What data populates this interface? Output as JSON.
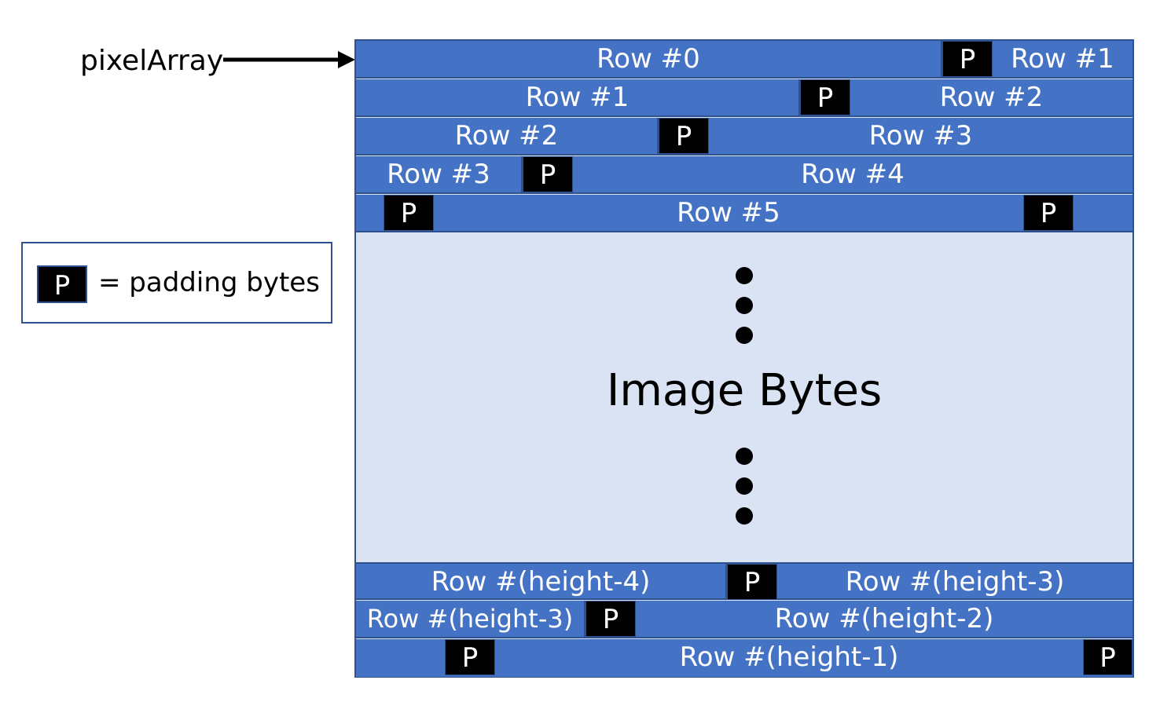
{
  "pointer_label": "pixelArray",
  "legend": {
    "box_label": "P",
    "text": "= padding bytes"
  },
  "middle_label": "Image Bytes",
  "pad_label": "P",
  "rows": [
    {
      "id": "r0",
      "segments": [
        "Row #0",
        "P",
        "Row #1"
      ]
    },
    {
      "id": "r1",
      "segments": [
        "Row #1",
        "P",
        "Row #2"
      ]
    },
    {
      "id": "r2",
      "segments": [
        "Row #2",
        "P",
        "Row #3"
      ]
    },
    {
      "id": "r3",
      "segments": [
        "Row #3",
        "P",
        "Row #4"
      ]
    },
    {
      "id": "r4",
      "segments": [
        "P",
        "Row #5",
        "P"
      ]
    },
    {
      "id": "r5",
      "segments": [
        "Row #(height-4)",
        "P",
        "Row #(height-3)"
      ]
    },
    {
      "id": "r6",
      "segments": [
        "Row #(height-3)",
        "P",
        "Row #(height-2)"
      ]
    },
    {
      "id": "r7",
      "segments": [
        "P",
        "Row #(height-1)",
        "P"
      ]
    }
  ]
}
